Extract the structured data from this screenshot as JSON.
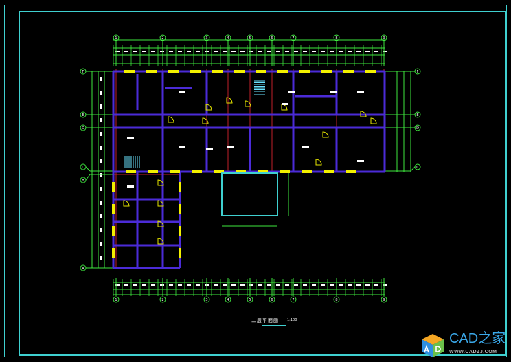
{
  "drawing": {
    "title": "二层平面图",
    "scale": "1:100",
    "axes_horizontal": [
      "1",
      "2",
      "3",
      "4",
      "5",
      "6",
      "7",
      "8",
      "9"
    ],
    "axes_vertical": [
      "F",
      "E",
      "D",
      "C",
      "B",
      "A"
    ]
  },
  "watermark": {
    "brand": "CAD之家",
    "url": "WWW.CADZJ.COM",
    "cube_letters": "AD"
  },
  "colors": {
    "frame": "#3fd0d0",
    "wall": "#4b2bd8",
    "axis_line": "#c0202a",
    "window": "#f2f000",
    "dimension": "#3ee83e",
    "door": "#e6e600",
    "text": "#ffffff"
  }
}
